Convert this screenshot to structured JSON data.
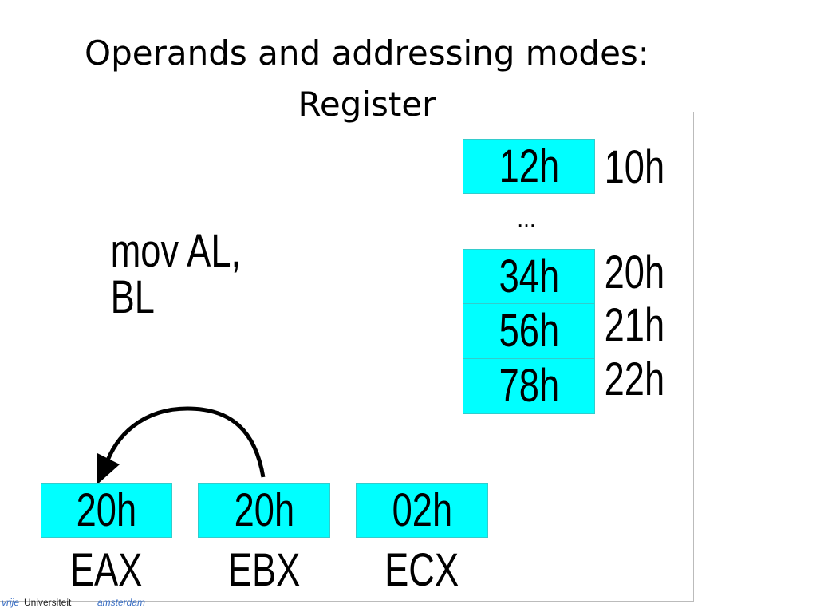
{
  "slide": {
    "title_line1": "Operands and addressing modes:",
    "title_line2": "Register",
    "instruction": "mov AL, BL",
    "memory": [
      {
        "value": "12h",
        "address": "10h"
      },
      {
        "value": "34h",
        "address": "20h"
      },
      {
        "value": "56h",
        "address": "21h"
      },
      {
        "value": "78h",
        "address": "22h"
      }
    ],
    "ellipsis": "...",
    "registers": [
      {
        "value": "20h",
        "name": "EAX"
      },
      {
        "value": "20h",
        "name": "EBX"
      },
      {
        "value": "02h",
        "name": "ECX"
      }
    ],
    "colors": {
      "cell": "#00ffff",
      "footer_accent": "#3a6fc4"
    }
  },
  "footer": {
    "part1": "vrije",
    "part2": "Universiteit",
    "part3": "amsterdam"
  }
}
